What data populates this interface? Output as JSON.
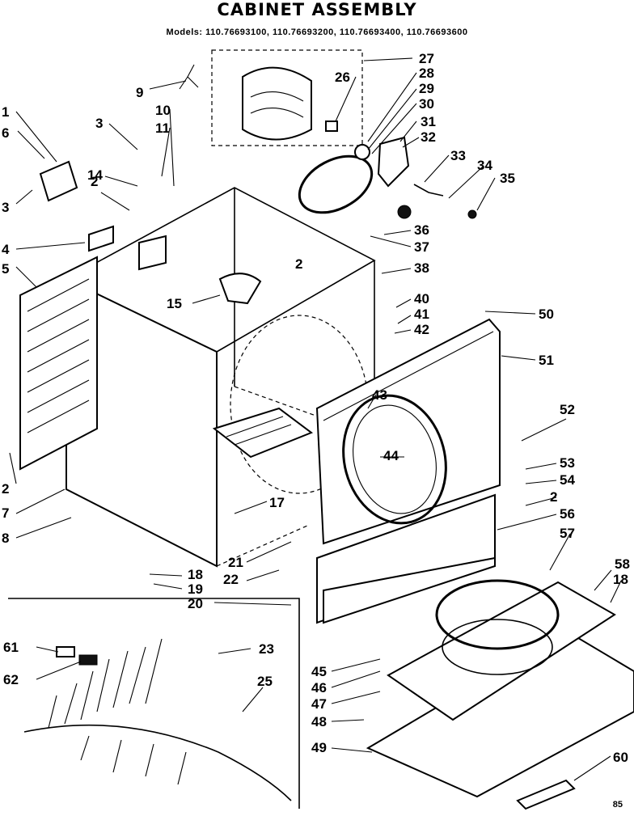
{
  "title": "CABINET ASSEMBLY",
  "models": "Models: 110.76693100, 110.76693200, 110.76693400, 110.76693600",
  "footer_code": "85",
  "callouts": [
    "1",
    "2",
    "3",
    "4",
    "5",
    "6",
    "7",
    "8",
    "9",
    "10",
    "11",
    "14",
    "15",
    "17",
    "18",
    "19",
    "20",
    "21",
    "22",
    "23",
    "25",
    "26",
    "27",
    "28",
    "29",
    "30",
    "31",
    "32",
    "33",
    "34",
    "35",
    "36",
    "37",
    "38",
    "40",
    "41",
    "42",
    "43",
    "44",
    "45",
    "46",
    "47",
    "48",
    "49",
    "50",
    "51",
    "52",
    "53",
    "54",
    "56",
    "57",
    "58",
    "60",
    "61",
    "62"
  ]
}
